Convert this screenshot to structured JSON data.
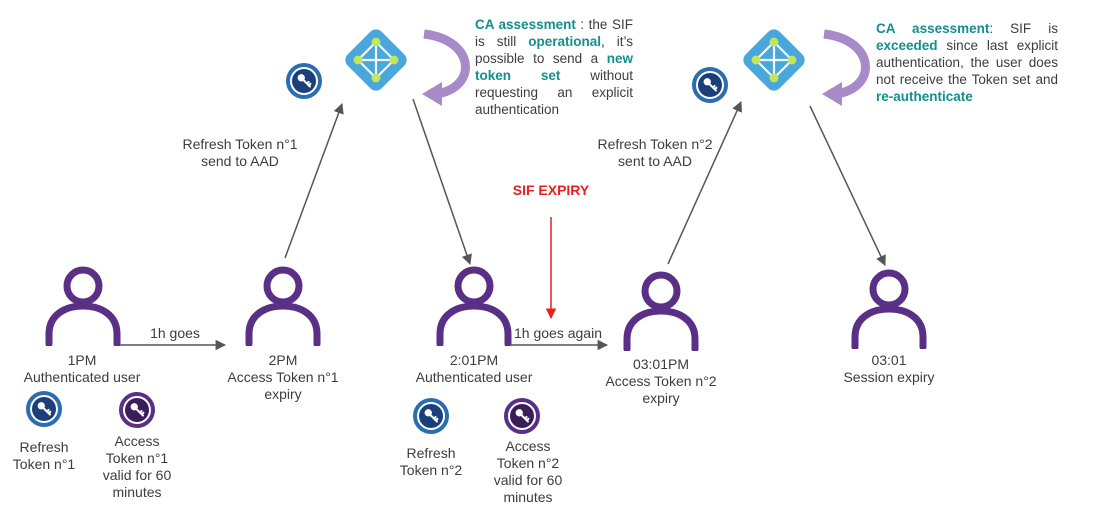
{
  "colors": {
    "user": "#5a2f86",
    "refresh_key_ring": "#2a6db0",
    "refresh_key_fill": "#ffffff",
    "access_key_ring": "#5a2f86",
    "aad_tile": "#49a7db",
    "teal_text": "#138f8f",
    "curve_arrow": "#a78bc9",
    "sif_red": "#e8201f",
    "connector": "#555555"
  },
  "icons": {
    "user": "user-icon",
    "refresh_key": "refresh-token-key-icon",
    "access_key": "access-token-key-icon",
    "aad": "azure-ad-icon"
  },
  "users": [
    {
      "time": "1PM",
      "caption": "Authenticated user"
    },
    {
      "time": "2PM",
      "caption": "Access Token n°1",
      "caption2": "expiry"
    },
    {
      "time": "2:01PM",
      "caption": "Authenticated user"
    },
    {
      "time": "03:01PM",
      "caption": "Access Token n°2",
      "caption2": "expiry"
    },
    {
      "time": "03:01",
      "caption": "Session expiry"
    }
  ],
  "flows": {
    "one_hour": "1h goes",
    "one_hour_again": "1h goes again",
    "refresh1_send": [
      "Refresh Token n°1",
      "send to AAD"
    ],
    "refresh2_send": [
      "Refresh Token n°2",
      "sent to AAD"
    ]
  },
  "tokens": {
    "refresh1": [
      "Refresh",
      "Token n°1"
    ],
    "access1": [
      "Access",
      "Token n°1",
      "valid for 60",
      "minutes"
    ],
    "refresh2": [
      "Refresh",
      "Token n°2"
    ],
    "access2": [
      "Access",
      "Token n°2",
      "valid for 60",
      "minutes"
    ]
  },
  "sif_label": "SIF EXPIRY",
  "ca_note_1": {
    "title": "CA assessment",
    "sep": " : the SIF is still ",
    "k1": "operational",
    "mid": ", it’s possible to send a ",
    "k2": "new token set",
    "tail": " without requesting an explicit authentication"
  },
  "ca_note_2": {
    "title": "CA assessment",
    "sep": ": SIF is ",
    "k1": "exceeded",
    "mid": " since last explicit authentication, the user does not receive the Token set and ",
    "k2": "re-authenticate"
  }
}
